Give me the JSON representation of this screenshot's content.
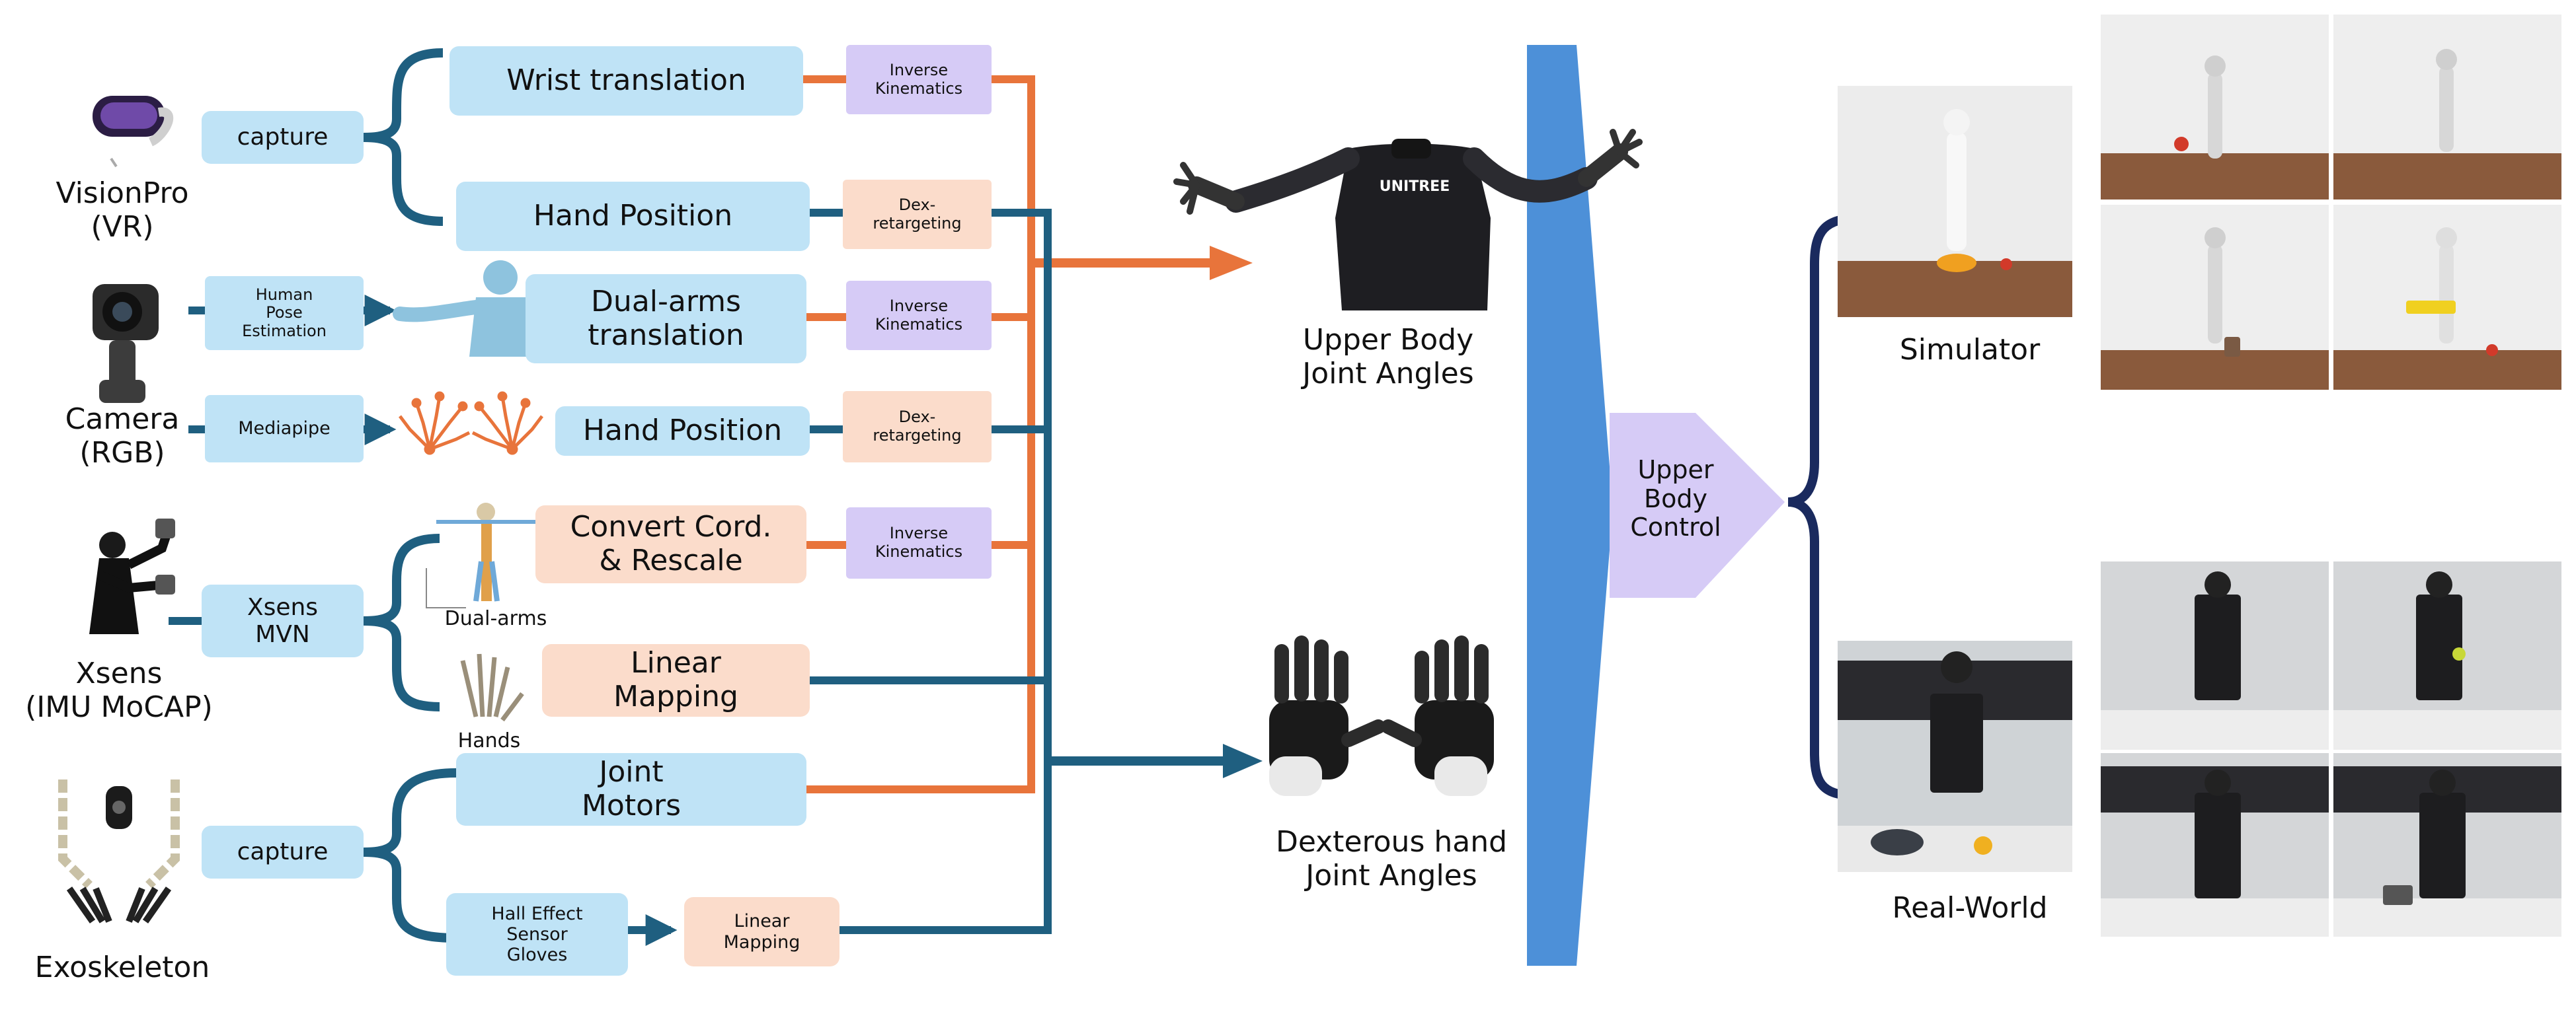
{
  "devices": {
    "visionpro": "VisionPro\n(VR)",
    "camera": "Camera\n(RGB)",
    "xsens": "Xsens\n(IMU MoCAP)",
    "exoskeleton": "Exoskeleton"
  },
  "capture_boxes": {
    "vision_capture": "capture",
    "human_pose": "Human\nPose\nEstimation",
    "mediapipe": "Mediapipe",
    "xsens_mvn": "Xsens\nMVN",
    "exo_capture": "capture"
  },
  "data_boxes": {
    "wrist_translation": "Wrist translation",
    "hand_position_vr": "Hand Position",
    "dual_arms_translation": "Dual-arms\ntranslation",
    "hand_position_cam": "Hand Position",
    "convert_cord": "Convert Cord.\n& Rescale",
    "linear_mapping_xsens": "Linear\nMapping",
    "joint_motors": "Joint\nMotors",
    "hall_effect": "Hall Effect\nSensor\nGloves",
    "linear_mapping_exo": "Linear\nMapping"
  },
  "solver_boxes": {
    "ik_1": "Inverse\nKinematics",
    "dex_1": "Dex-\nretargeting",
    "ik_2": "Inverse\nKinematics",
    "dex_2": "Dex-\nretargeting",
    "ik_3": "Inverse\nKinematics"
  },
  "small_labels": {
    "dual_arms": "Dual-arms",
    "hands": "Hands"
  },
  "outputs": {
    "upper_body": "Upper Body\nJoint Angles",
    "dexterous_hand": "Dexterous hand\nJoint Angles",
    "tshirt_text": "UNITREE"
  },
  "control": {
    "label": "Upper\nBody\nControl"
  },
  "envs": {
    "simulator": "Simulator",
    "real_world": "Real-World"
  },
  "colors": {
    "orange_line": "#e8743b",
    "teal_line": "#1f5f80",
    "navy_brace": "#1a2a5e",
    "bar_blue": "#4d90d8",
    "box_blue": "#bfe3f6",
    "box_peach": "#fbdccb",
    "box_purple": "#d6cbf6"
  }
}
